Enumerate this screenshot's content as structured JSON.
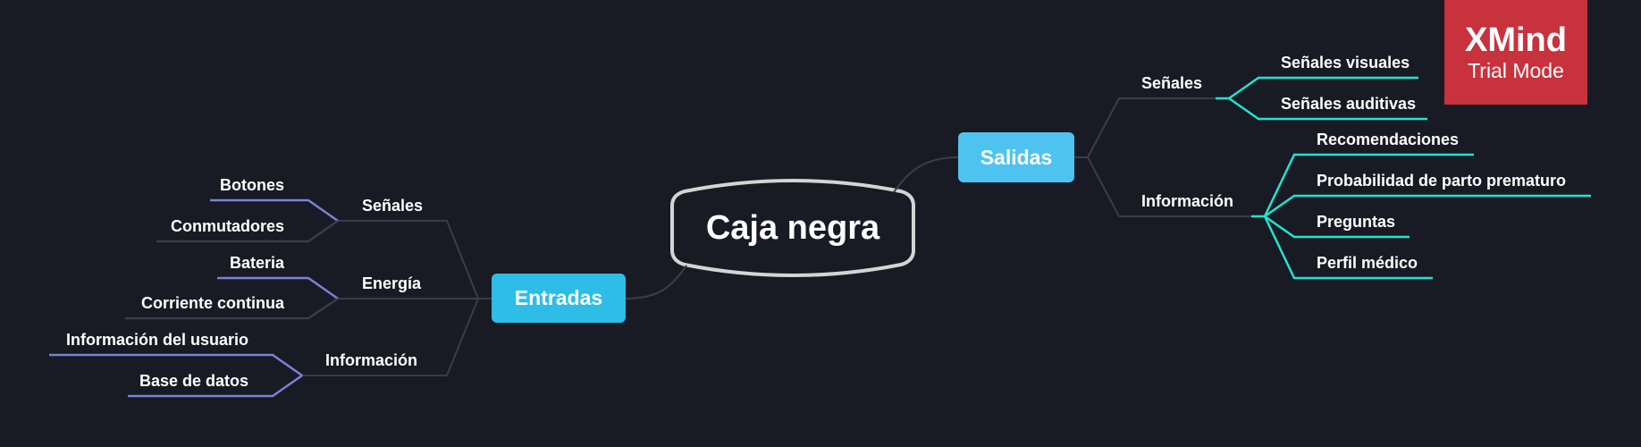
{
  "central_topic": "Caja negra",
  "entradas": {
    "label": "Entradas",
    "branches": [
      {
        "label": "Señales",
        "children": [
          "Botones",
          "Conmutadores"
        ]
      },
      {
        "label": "Energía",
        "children": [
          "Bateria",
          "Corriente continua"
        ]
      },
      {
        "label": "Información",
        "children": [
          "Información del usuario",
          "Base de datos"
        ]
      }
    ]
  },
  "salidas": {
    "label": "Salidas",
    "branches": [
      {
        "label": "Señales",
        "children": [
          "Señales visuales",
          "Señales auditivas"
        ]
      },
      {
        "label": "Información",
        "children": [
          "Recomendaciones",
          "Probabilidad de parto prematuro",
          "Preguntas",
          "Perfil médico"
        ]
      }
    ]
  },
  "watermark": {
    "title": "XMind",
    "subtitle": "Trial Mode"
  },
  "colors": {
    "background": "#181a24",
    "entradas_fill": "#2dbde6",
    "salidas_fill": "#4ec3f0",
    "left_leaf_line": "#7b82d4",
    "right_leaf_line": "#1ee6cf",
    "branch_line": "#3a3d48",
    "watermark_fill": "#c8323c"
  }
}
